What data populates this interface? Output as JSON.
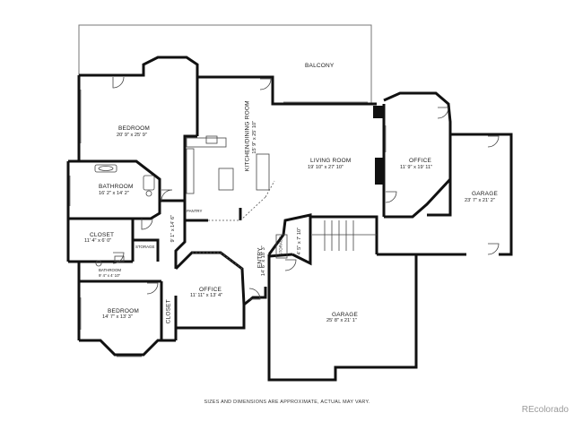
{
  "rooms": {
    "balcony": {
      "name": "BALCONY"
    },
    "bedroom_main": {
      "name": "BEDROOM",
      "dims": "20' 9\" x 25' 9\""
    },
    "kitchen": {
      "name": "KITCHEN/DINING ROOM",
      "dims": "15' 9\" x 25' 10\""
    },
    "living": {
      "name": "LIVING ROOM",
      "dims": "19' 10\" x 27' 10\""
    },
    "office_right": {
      "name": "OFFICE",
      "dims": "11' 9\" x 19' 11\""
    },
    "garage_right": {
      "name": "GARAGE",
      "dims": "23' 7\" x 21' 2\""
    },
    "bathroom": {
      "name": "BATHROOM",
      "dims": "16' 2\" x 14' 2\""
    },
    "closet_left": {
      "name": "CLOSET",
      "dims": "11' 4\" x 6' 0\""
    },
    "storage": {
      "name": "STORAGE"
    },
    "pantry": {
      "name": "PANTRY"
    },
    "hall": {
      "dims": "9' 1\" x 14' 6\""
    },
    "small_bath": {
      "name": "BATHROOM",
      "dims": "9' 4\" x 4' 10\""
    },
    "bedroom_small": {
      "name": "BEDROOM",
      "dims": "14' 7\" x 13' 3\""
    },
    "closet_small": {
      "name": "CLOSET"
    },
    "office_center": {
      "name": "OFFICE",
      "dims": "11' 11\" x 13' 4\""
    },
    "entry": {
      "name": "ENTRY",
      "dims": "14' 6\" x 18' 3\""
    },
    "small_room": {
      "name": "STORAGE"
    },
    "small_dims": {
      "dims": "4' 5\" x 7' 10\""
    },
    "garage_center": {
      "name": "GARAGE",
      "dims": "25' 8\" x 21' 1\""
    }
  },
  "footer": {
    "note": "SIZES AND DIMENSIONS ARE APPROXIMATE, ACTUAL MAY VARY.",
    "brand": "REcolorado"
  }
}
